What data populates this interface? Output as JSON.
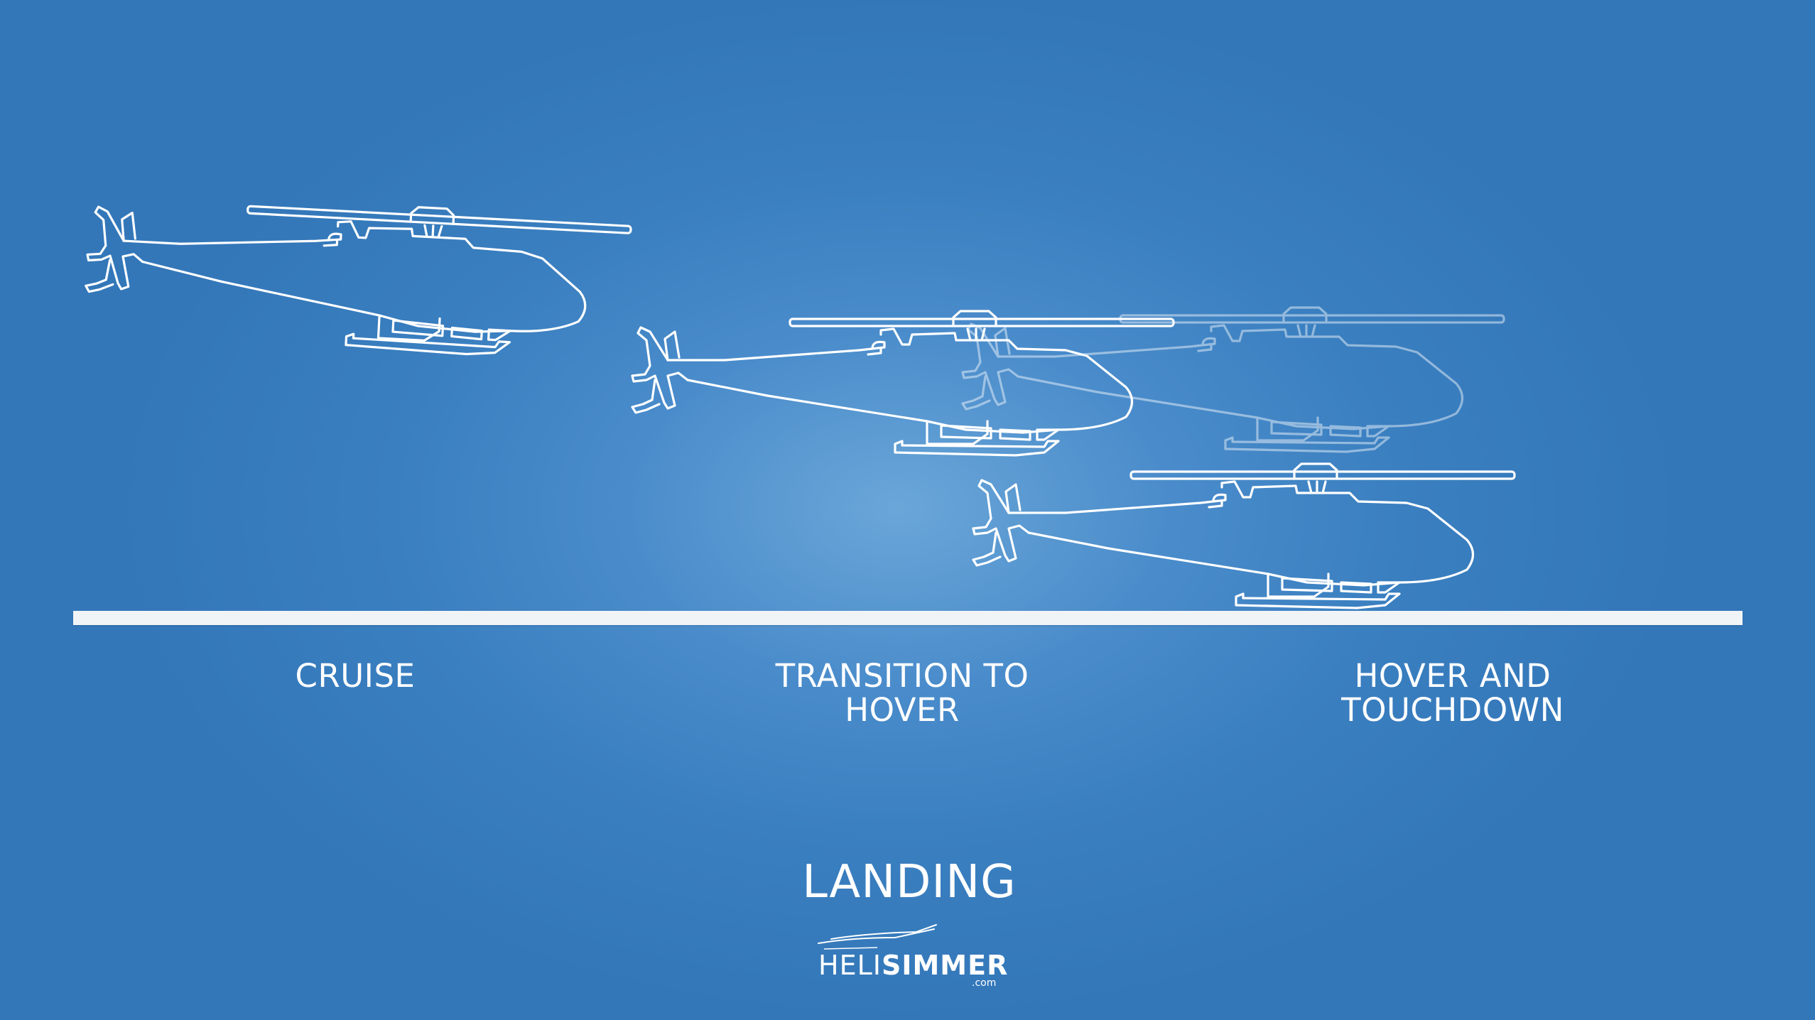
{
  "diagram": {
    "title": "LANDING",
    "phases": [
      {
        "label": "CRUISE"
      },
      {
        "label": "TRANSITION TO\nHOVER"
      },
      {
        "label": "HOVER AND\nTOUCHDOWN"
      }
    ]
  },
  "logo": {
    "part_light": "HELI",
    "part_bold": "SIMMER",
    "suffix": ".com"
  },
  "colors": {
    "background": "#3a7fc0",
    "outline": "#ffffff",
    "ground": "#f1f4f7"
  },
  "icons": [
    "helicopter-icon"
  ]
}
